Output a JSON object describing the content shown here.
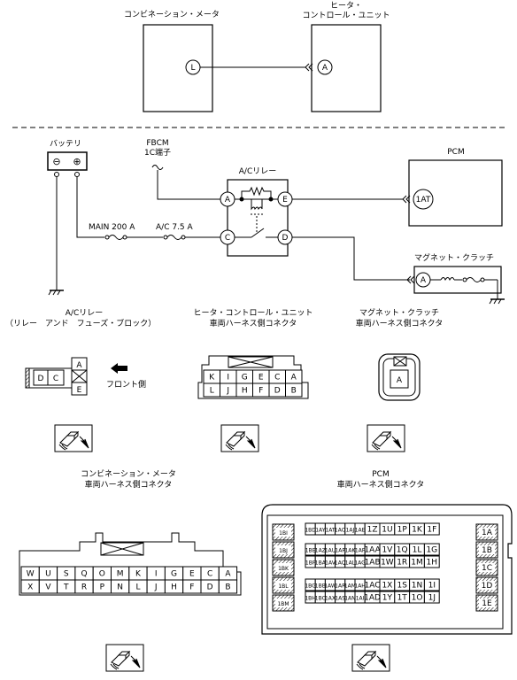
{
  "top": {
    "combination_meter": "コンビネーション・メータ",
    "heater_control_line1": "ヒータ・",
    "heater_control_line2": "コントロール・ユニット",
    "pin_L": "L",
    "pin_A": "A"
  },
  "circuit": {
    "battery": "バッテリ",
    "minus": "⊖",
    "plus": "⊕",
    "fbcm_line1": "FBCM",
    "fbcm_line2": "1C端子",
    "ac_relay": "A/Cリレー",
    "pcm": "PCM",
    "pcm_pin": "1AT",
    "magnet_clutch": "マグネット・クラッチ",
    "main_fuse": "MAIN 200 A",
    "ac_fuse": "A/C 7.5 A",
    "relay_pins": [
      "A",
      "E",
      "C",
      "D"
    ],
    "clutch_pin": "A"
  },
  "conn_relay": {
    "title_line1": "A/Cリレー",
    "title_line2": "（リレー　アンド　フューズ・ブロック）",
    "pins": [
      "D",
      "C",
      "A",
      "E"
    ],
    "front": "フロント側"
  },
  "conn_heater": {
    "title_line1": "ヒータ・コントロール・ユニット",
    "title_line2": "車両ハーネス側コネクタ",
    "row1": [
      "K",
      "I",
      "G",
      "E",
      "C",
      "A"
    ],
    "row2": [
      "L",
      "J",
      "H",
      "F",
      "D",
      "B"
    ]
  },
  "conn_clutch": {
    "title_line1": "マグネット・クラッチ",
    "title_line2": "車両ハーネス側コネクタ",
    "pin": "A"
  },
  "conn_meter": {
    "title_line1": "コンビネーション・メータ",
    "title_line2": "車両ハーネス側コネクタ",
    "row1": [
      "W",
      "U",
      "S",
      "Q",
      "O",
      "M",
      "K",
      "I",
      "G",
      "E",
      "C",
      "A"
    ],
    "row2": [
      "X",
      "V",
      "T",
      "R",
      "P",
      "N",
      "L",
      "J",
      "H",
      "F",
      "D",
      "B"
    ]
  },
  "conn_pcm": {
    "title_line1": "PCM",
    "title_line2": "車両ハーネス側コネクタ",
    "left_pins": [
      "1BI",
      "1BJ",
      "1BK",
      "1BL",
      "1BM"
    ],
    "right_pins": [
      "1A",
      "1B",
      "1C",
      "1D",
      "1E"
    ],
    "row1": [
      "1BD",
      "1AY",
      "1AT",
      "1AO",
      "1AJ",
      "1AE",
      "1Z",
      "1U",
      "1P",
      "1K",
      "1F"
    ],
    "row2": [
      "1BE",
      "1AZ",
      "1AU",
      "1AP",
      "1AK",
      "1AF",
      "1AA",
      "1V",
      "1Q",
      "1L",
      "1G"
    ],
    "row3": [
      "1BF",
      "1BA",
      "1AV",
      "1AQ",
      "1AL",
      "1AG",
      "1AB",
      "1W",
      "1R",
      "1M",
      "1H"
    ],
    "row4": [
      "1BG",
      "1BB",
      "1AW",
      "1AR",
      "1AM",
      "1AH",
      "1AC",
      "1X",
      "1S",
      "1N",
      "1I"
    ],
    "row5": [
      "1BH",
      "1BC",
      "1AX",
      "1AS",
      "1AN",
      "1AI",
      "1AD",
      "1Y",
      "1T",
      "1O",
      "1J"
    ]
  }
}
